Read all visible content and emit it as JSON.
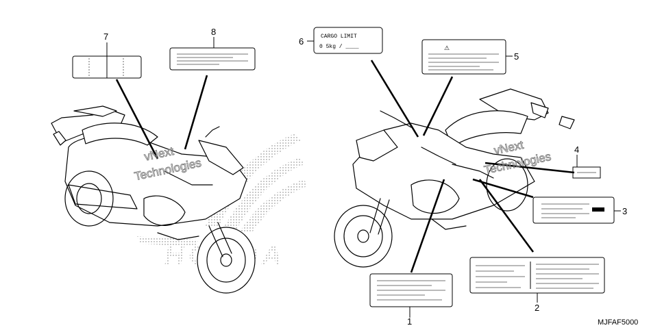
{
  "callouts": [
    {
      "id": "c1",
      "number": "1"
    },
    {
      "id": "c2",
      "number": "2"
    },
    {
      "id": "c3",
      "number": "3"
    },
    {
      "id": "c4",
      "number": "4"
    },
    {
      "id": "c5",
      "number": "5"
    },
    {
      "id": "c6",
      "number": "6"
    },
    {
      "id": "c7",
      "number": "7"
    },
    {
      "id": "c8",
      "number": "8"
    }
  ],
  "cargo_label": {
    "line1": "CARGO LIMIT",
    "line2": "0 5kg  /  ____"
  },
  "warning_symbol": "⚠",
  "brand_mark": "HONDA",
  "watermark": {
    "line1": "vNext",
    "line2": "Technologies"
  },
  "reference_code": "MJFAF5000"
}
